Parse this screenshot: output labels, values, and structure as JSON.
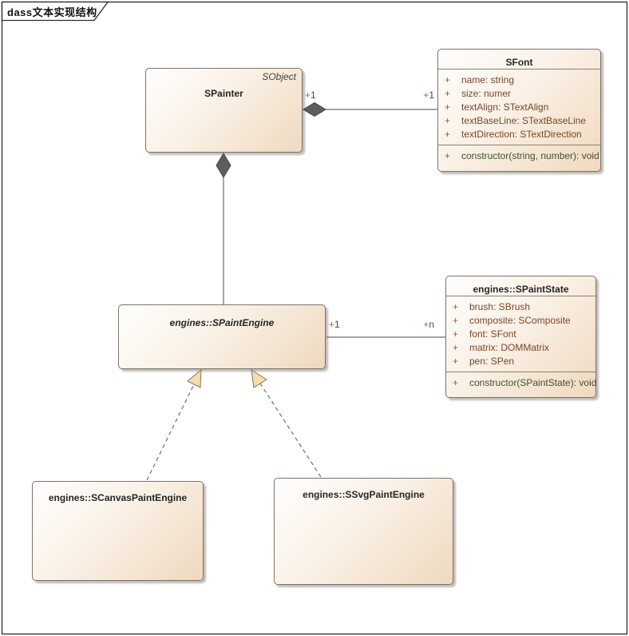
{
  "frame": {
    "title": "dass文本实现结构"
  },
  "classes": {
    "spainter": {
      "title": "SPainter",
      "annotation": "SObject"
    },
    "sfont": {
      "title": "SFont",
      "attributes": [
        {
          "vis": "+",
          "text": "name: string"
        },
        {
          "vis": "+",
          "text": "size: numer"
        },
        {
          "vis": "+",
          "text": "textAlign: STextAlign"
        },
        {
          "vis": "+",
          "text": "textBaseLine: STextBaseLine"
        },
        {
          "vis": "+",
          "text": "textDirection: STextDirection"
        }
      ],
      "operations": [
        {
          "vis": "+",
          "text": "constructor(string, number): void"
        }
      ]
    },
    "spaintstate": {
      "title": "engines::SPaintState",
      "attributes": [
        {
          "vis": "+",
          "text": "brush: SBrush"
        },
        {
          "vis": "+",
          "text": "composite: SComposite"
        },
        {
          "vis": "+",
          "text": "font: SFont"
        },
        {
          "vis": "+",
          "text": "matrix: DOMMatrix"
        },
        {
          "vis": "+",
          "text": "pen: SPen"
        }
      ],
      "operations": [
        {
          "vis": "+",
          "text": "constructor(SPaintState): void"
        }
      ]
    },
    "spaintengine": {
      "title": "engines::SPaintEngine"
    },
    "scanvaspaintengine": {
      "title": "engines::SCanvasPaintEngine"
    },
    "ssvgpaintengine": {
      "title": "engines::SSvgPaintEngine"
    }
  },
  "connectors": {
    "painter_font": {
      "source_mult": "+1",
      "target_mult": "+1"
    },
    "engine_state": {
      "source_mult": "+1",
      "target_mult": "+n"
    }
  },
  "colors": {
    "attribute_text": "#7d4427",
    "operation_text": "#44502e",
    "visibility_sign": "#a05a28",
    "multiplicity_text": "#3a4a63",
    "box_fill_start": "#fffefd",
    "box_fill_end": "#efd9bf",
    "box_border": "#7c746a",
    "connector_line": "#6f6f6f",
    "composition_diamond": "#5d5d5d",
    "realization_triangle_fill": "#f3dcae",
    "frame_border": "#2b2b2b"
  }
}
